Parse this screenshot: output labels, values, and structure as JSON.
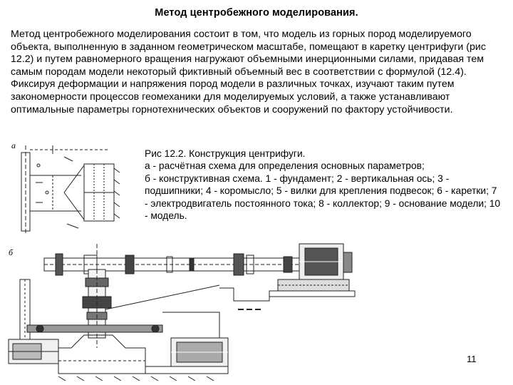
{
  "slide": {
    "title": "Метод центробежного моделирования.",
    "paragraph": "Метод центробежного моделирования состоит в том, что модель из горных пород моделируемого объекта, выполненную в заданном геометрическом масштабе, помещают в каретку центрифуги (рис 12.2) и путем равномерного вращения нагружают объемными инерционными силами, придавая тем самым породам модели некоторый фиктивный объемный вес в соответствии с формулой (12.4). Фиксируя деформации и напряжения пород модели в различных точках, изучают таким путем закономерности процессов геомеханики для моделируемых условий, а также устанавливают оптимальные параметры горнотехнических объектов и сооружений по фактору устойчивости.",
    "caption": {
      "line1": "Рис 12.2. Конструкция центрифуги.",
      "line2": "а - расчётная схема для определения основных параметров;",
      "line3": "б - конструктивная схема. 1 - фундамент; 2 - вертикальная ось; 3 - подшипники; 4 - коромысло; 5 - вилки для крепления подвесок; 6 - каретки; 7 - электродвигатель постоянного тока;      8 - коллектор; 9 - основание модели; 10 - модель."
    },
    "figure_labels": {
      "a": "а",
      "b": "б"
    },
    "page_number": "11"
  }
}
